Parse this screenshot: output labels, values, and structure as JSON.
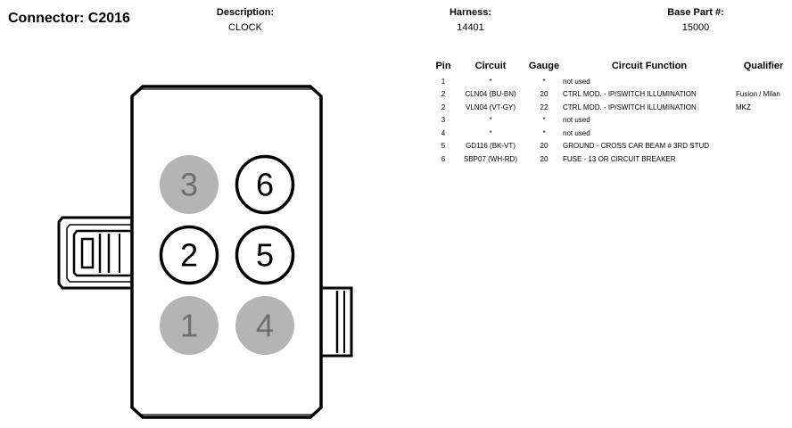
{
  "connector": {
    "title": "Connector: C2016"
  },
  "header": {
    "description_label": "Description:",
    "description_value": "CLOCK",
    "harness_label": "Harness:",
    "harness_value": "14401",
    "base_part_label": "Base Part #:",
    "base_part_value": "15000"
  },
  "table": {
    "columns": [
      "Pin",
      "Circuit",
      "Gauge",
      "Circuit Function",
      "Qualifier"
    ],
    "rows": [
      {
        "pin": "1",
        "circuit": "*",
        "gauge": "*",
        "function": "not used",
        "qualifier": ""
      },
      {
        "pin": "2",
        "circuit": "CLN04 (BU-BN)",
        "gauge": "20",
        "function": "CTRL MOD. - IP/SWITCH ILLUMINATION",
        "qualifier": "Fusion / Milan"
      },
      {
        "pin": "2",
        "circuit": "VLN04 (VT-GY)",
        "gauge": "22",
        "function": "CTRL MOD. - IP/SWITCH ILLUMINATION",
        "qualifier": "MKZ"
      },
      {
        "pin": "3",
        "circuit": "*",
        "gauge": "*",
        "function": "not used",
        "qualifier": ""
      },
      {
        "pin": "4",
        "circuit": "*",
        "gauge": "*",
        "function": "not used",
        "qualifier": ""
      },
      {
        "pin": "5",
        "circuit": "GD116 (BK-VT)",
        "gauge": "20",
        "function": "GROUND - CROSS CAR BEAM # 3RD STUD",
        "qualifier": ""
      },
      {
        "pin": "6",
        "circuit": "SBP07 (WH-RD)",
        "gauge": "20",
        "function": "FUSE - 13 OR CIRCUIT BREAKER",
        "qualifier": ""
      }
    ]
  },
  "diagram": {
    "pins": [
      {
        "label": "3",
        "used": false
      },
      {
        "label": "6",
        "used": true
      },
      {
        "label": "2",
        "used": true
      },
      {
        "label": "5",
        "used": true
      },
      {
        "label": "1",
        "used": false
      },
      {
        "label": "4",
        "used": false
      }
    ],
    "colors": {
      "unused_fill": "#b4b4b4",
      "unused_text": "#6e6e6e",
      "used_fill": "#ffffff",
      "stroke": "#000000"
    }
  }
}
